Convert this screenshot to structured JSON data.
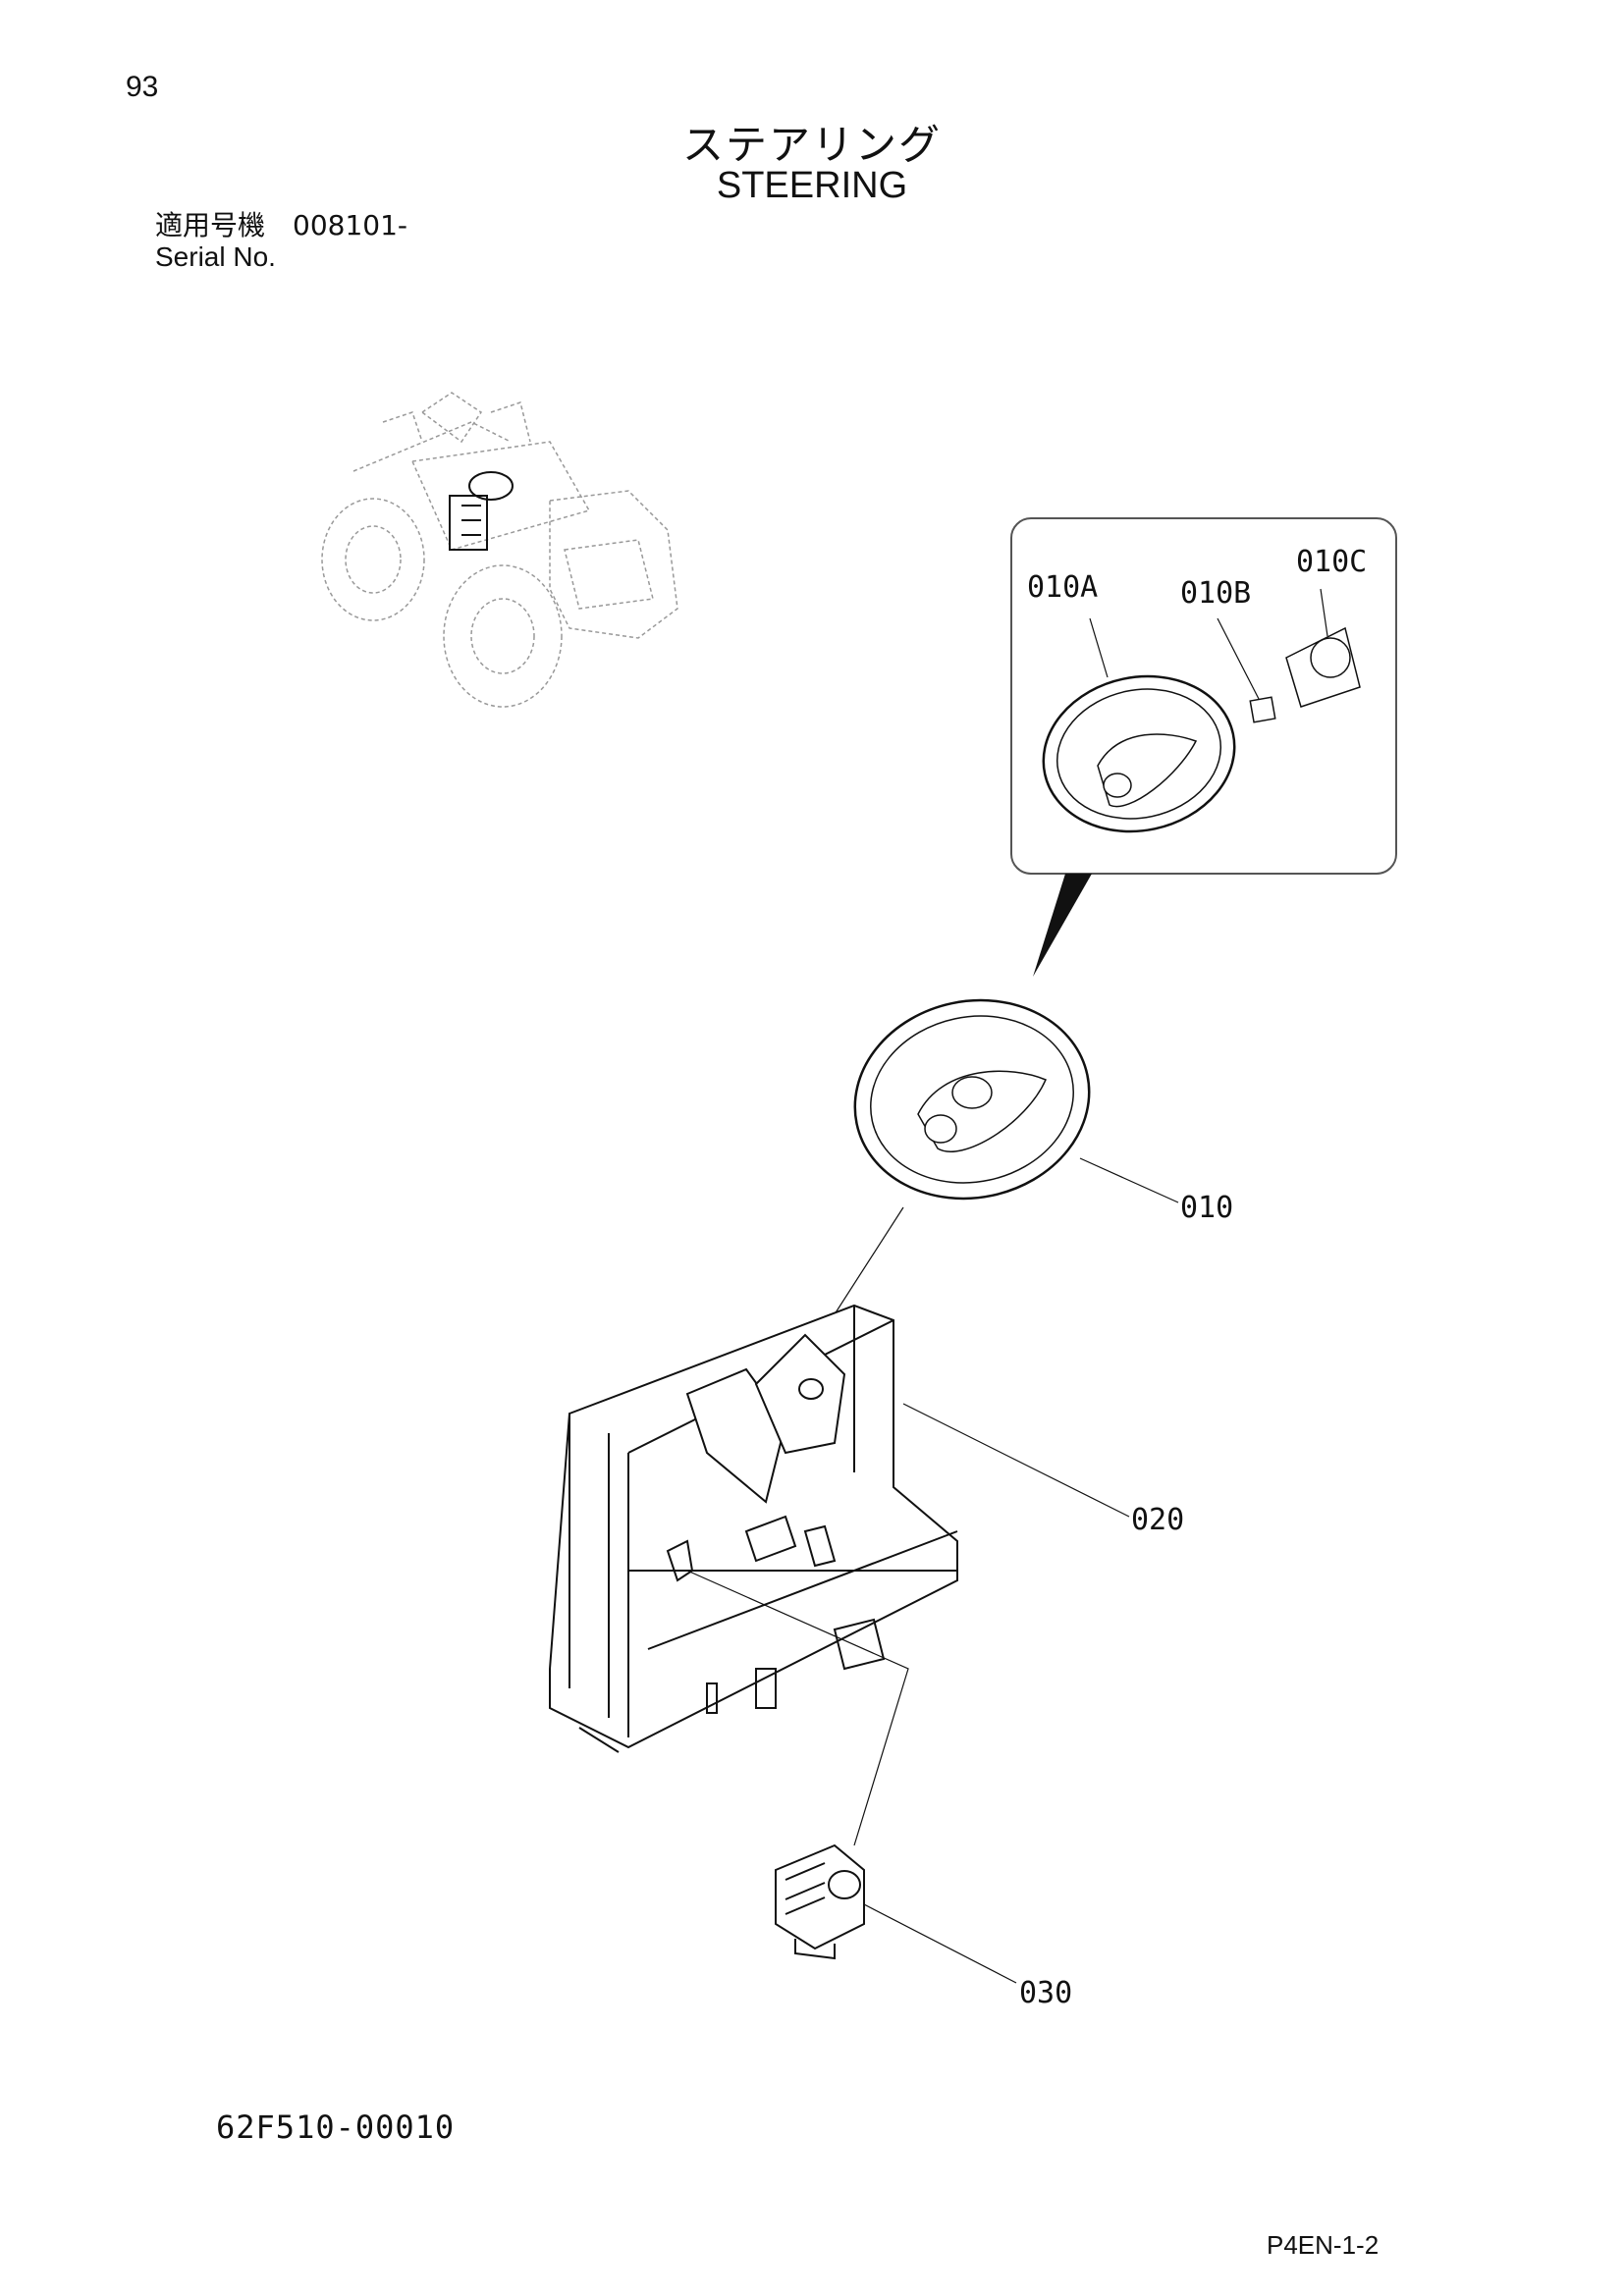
{
  "header": {
    "page_number": "93",
    "title_jp": "ステアリング",
    "title_en": "STEERING",
    "serial_label_jp": "適用号機　008101-",
    "serial_label_en": "Serial No."
  },
  "callouts": {
    "p010A": "010A",
    "p010B": "010B",
    "p010C": "010C",
    "p010": "010",
    "p020": "020",
    "p030": "030"
  },
  "footer": {
    "drawing_number": "62F510-00010",
    "page_code": "P4EN-1-2"
  }
}
